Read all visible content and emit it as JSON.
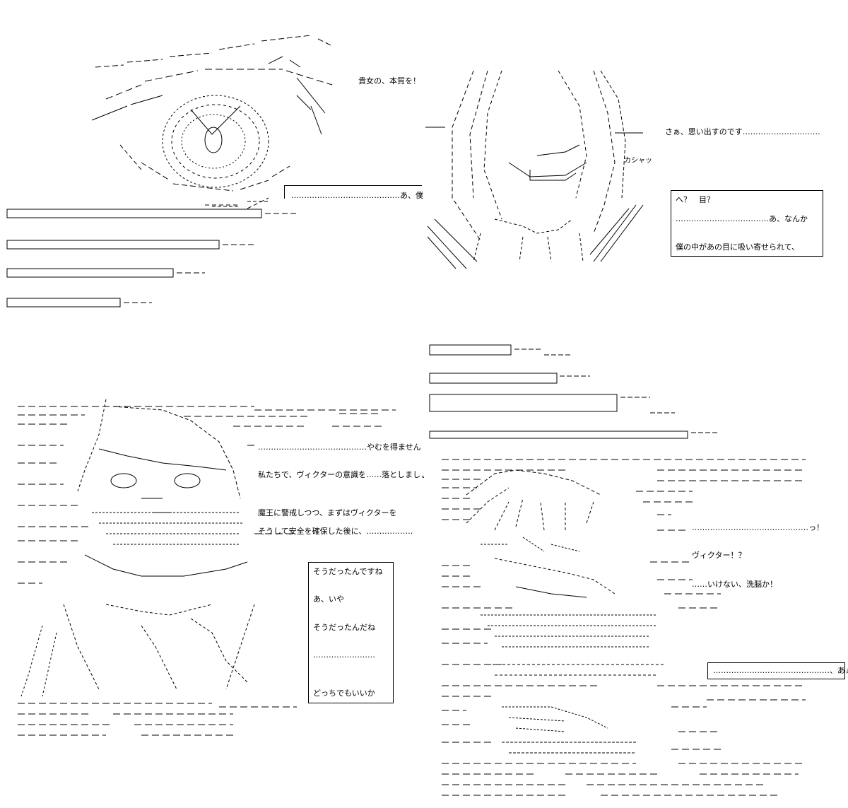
{
  "panel1": {
    "caption_top": "貴女の、本質を！",
    "bracket_line": "……………………………………あ、僕"
  },
  "panel2": {
    "caption_right": "さぁ、思い出すのです…………………………",
    "sfx": "カシャッ",
    "box": {
      "line1": "へ？　目？",
      "line2": "………………………………あ、なんか",
      "line3": "僕の中があの目に吸い寄せられて、"
    }
  },
  "panel3": {
    "lines": [
      "……………………………………やむを得ません",
      "私たちで、ヴィクターの意識を……落としましょう",
      "魔王に警戒しつつ、まずはヴィクターを",
      "そうして安全を確保した後に、………………"
    ],
    "box": {
      "line1": "そうだったんですね",
      "line2": "あ、いや",
      "line3": "そうだったんだね",
      "line4": "……………………",
      "line5": "どっちでもいいか"
    }
  },
  "panel4": {
    "lines": [
      "………………………………………っ！",
      "ヴィクター！？",
      "……いけない、洗脳か！"
    ],
    "bracket_line": "………………………………………、あぁ"
  }
}
